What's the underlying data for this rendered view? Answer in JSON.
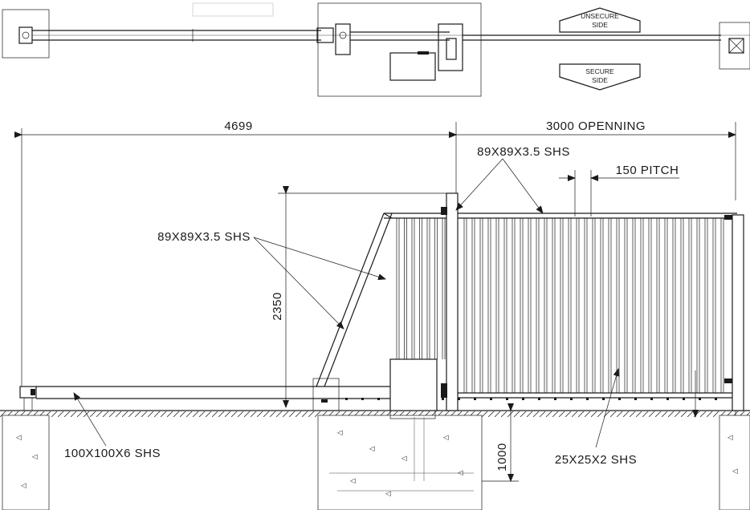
{
  "plan": {
    "unsecure_line1": "UNSECURE",
    "unsecure_line2": "SIDE",
    "secure_line1": "SECURE",
    "secure_line2": "SIDE"
  },
  "dimensions": {
    "overall_left": "4699",
    "opening": "3000 OPENNING",
    "pitch": "150 PITCH",
    "height": "2350",
    "footing_depth": "1000"
  },
  "callouts": {
    "post_section": "89X89X3.5 SHS",
    "frame_section": "89X89X3.5 SHS",
    "rail_section": "100X100X6 SHS",
    "picket_section": "25X25X2 SHS"
  }
}
